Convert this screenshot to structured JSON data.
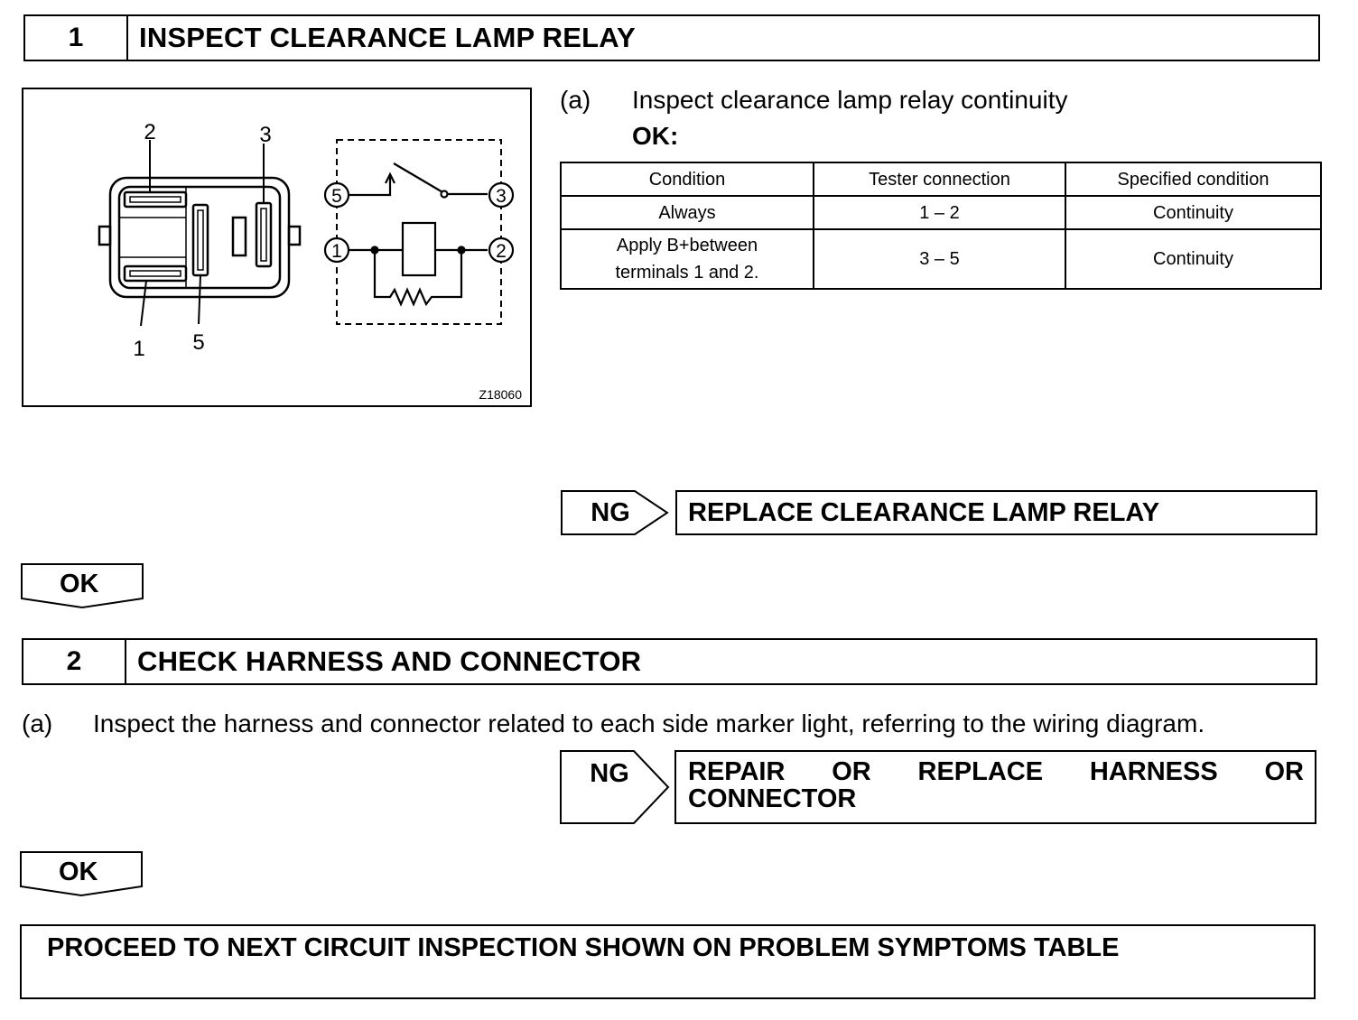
{
  "step1": {
    "number": "1",
    "title": "INSPECT CLEARANCE LAMP RELAY",
    "figure": {
      "code": "Z18060",
      "callouts": [
        "2",
        "3",
        "1",
        "5"
      ],
      "terminals": [
        "5",
        "3",
        "1",
        "2"
      ]
    },
    "instruction": {
      "marker": "(a)",
      "text": "Inspect clearance lamp relay continuity",
      "ok_label": "OK:"
    },
    "table": {
      "headers": [
        "Condition",
        "Tester connection",
        "Specified condition"
      ],
      "rows": [
        {
          "condition": "Always",
          "tester": "1 – 2",
          "spec": "Continuity"
        },
        {
          "condition_line1": "Apply B+between",
          "condition_line2": "terminals 1 and 2.",
          "tester": "3 – 5",
          "spec": "Continuity"
        }
      ]
    },
    "ng": {
      "label": "NG",
      "action": "REPLACE CLEARANCE LAMP RELAY"
    },
    "ok": "OK"
  },
  "step2": {
    "number": "2",
    "title": "CHECK HARNESS AND CONNECTOR",
    "instruction": {
      "marker": "(a)",
      "text": "Inspect the harness and connector related to each side marker light, referring to the wiring diagram."
    },
    "ng": {
      "label": "NG",
      "action_line1": "REPAIR OR REPLACE HARNESS OR",
      "action_line2": "CONNECTOR"
    },
    "ok": "OK"
  },
  "final": {
    "text": "PROCEED TO NEXT CIRCUIT INSPECTION SHOWN ON PROBLEM SYMPTOMS TABLE"
  }
}
